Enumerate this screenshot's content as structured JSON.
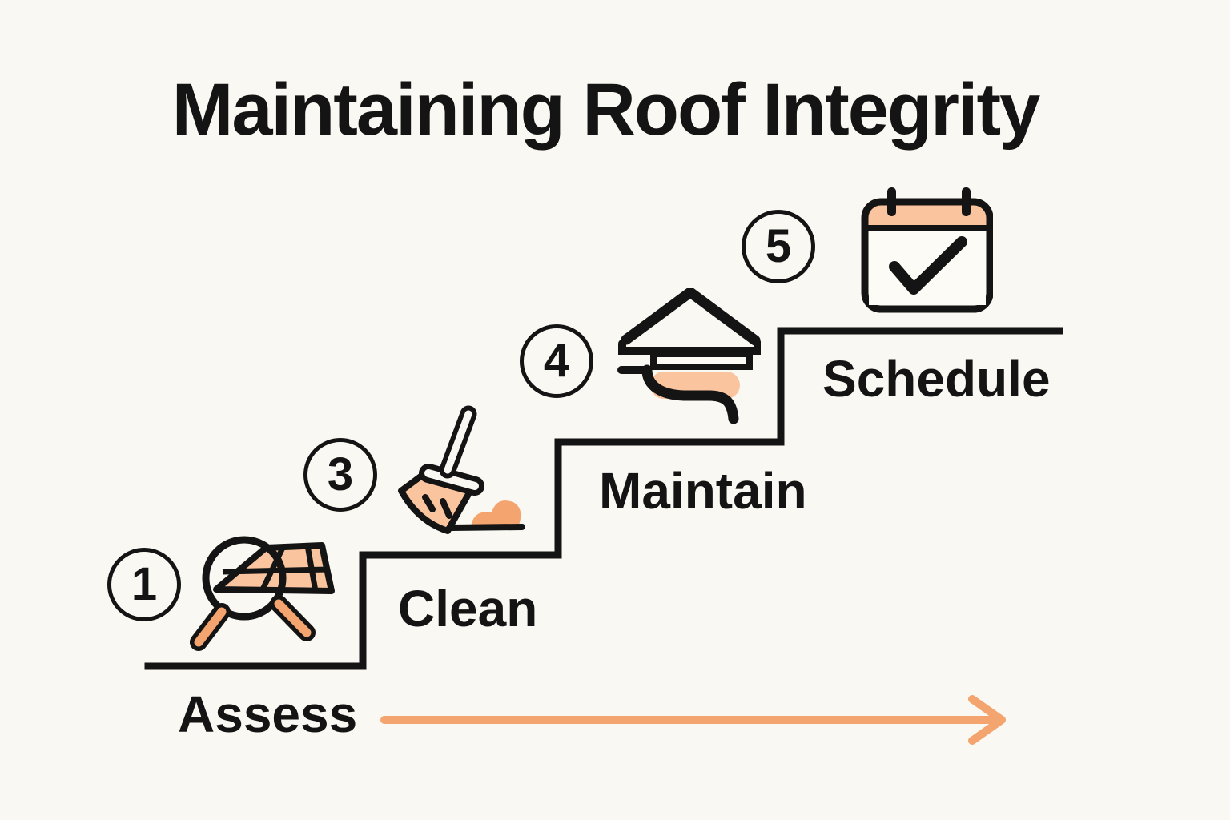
{
  "page": {
    "title": "Maintaining Roof Integrity"
  },
  "steps": [
    {
      "number": "1",
      "label": "Assess",
      "icon": "roof-inspection-magnifier-icon"
    },
    {
      "number": "3",
      "label": "Clean",
      "icon": "broom-sweep-icon"
    },
    {
      "number": "4",
      "label": "Maintain",
      "icon": "roof-gutter-icon"
    },
    {
      "number": "5",
      "label": "Schedule",
      "icon": "calendar-check-icon"
    }
  ],
  "flow_arrow": {
    "direction": "right",
    "color": "#F4A46E"
  },
  "colors": {
    "background": "#FAF8F2",
    "line": "#141414",
    "accent_orange": "#F4A46E",
    "fill_orange": "#F9C49E",
    "icon_inner": "#FDFBF6"
  }
}
